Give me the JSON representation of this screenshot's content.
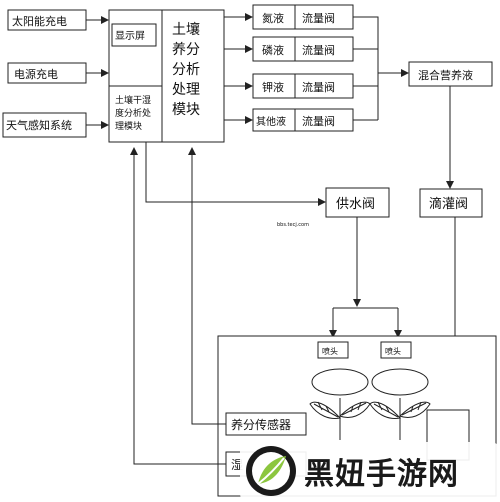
{
  "diagram": {
    "inputs": {
      "solar": "太阳能充电",
      "power": "电源充电",
      "weather": "天气感知系统"
    },
    "controller": {
      "display": "显示屏",
      "moisture_module": [
        "土壤干湿",
        "度分析处",
        "理模块"
      ],
      "nutrient_module": [
        "土壤",
        "养分",
        "分析",
        "处理",
        "模块"
      ]
    },
    "liquids": [
      {
        "name": "氮液",
        "valve": "流量阀"
      },
      {
        "name": "磷液",
        "valve": "流量阀"
      },
      {
        "name": "钾液",
        "valve": "流量阀"
      },
      {
        "name": "其他液",
        "valve": "流量阀"
      }
    ],
    "mix": "混合营养液",
    "supply_valve": "供水阀",
    "drip_valve": "滴灌阀",
    "field": {
      "nozzle_left": "喷头",
      "nozzle_right": "喷头",
      "nutrient_sensor": "养分传感器",
      "moisture_sensor_partial": "湿"
    },
    "site_text": "bbs.tecj.com"
  },
  "watermark": {
    "text": "黑妞手游网",
    "colors": {
      "leaf": "#8cc63f",
      "dark": "#1a1a1a"
    }
  }
}
